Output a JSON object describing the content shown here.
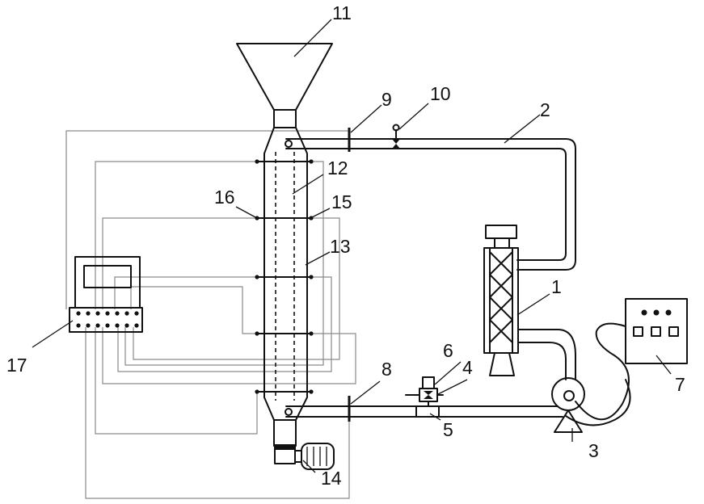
{
  "diagram": {
    "labels": {
      "n1": "1",
      "n2": "2",
      "n3": "3",
      "n4": "4",
      "n5": "5",
      "n6": "6",
      "n7": "7",
      "n8": "8",
      "n9": "9",
      "n10": "10",
      "n11": "11",
      "n12": "12",
      "n13": "13",
      "n14": "14",
      "n15": "15",
      "n16": "16",
      "n17": "17"
    },
    "colors": {
      "line": "#111111",
      "wire": "#8a8a8a",
      "background": "#ffffff"
    }
  }
}
